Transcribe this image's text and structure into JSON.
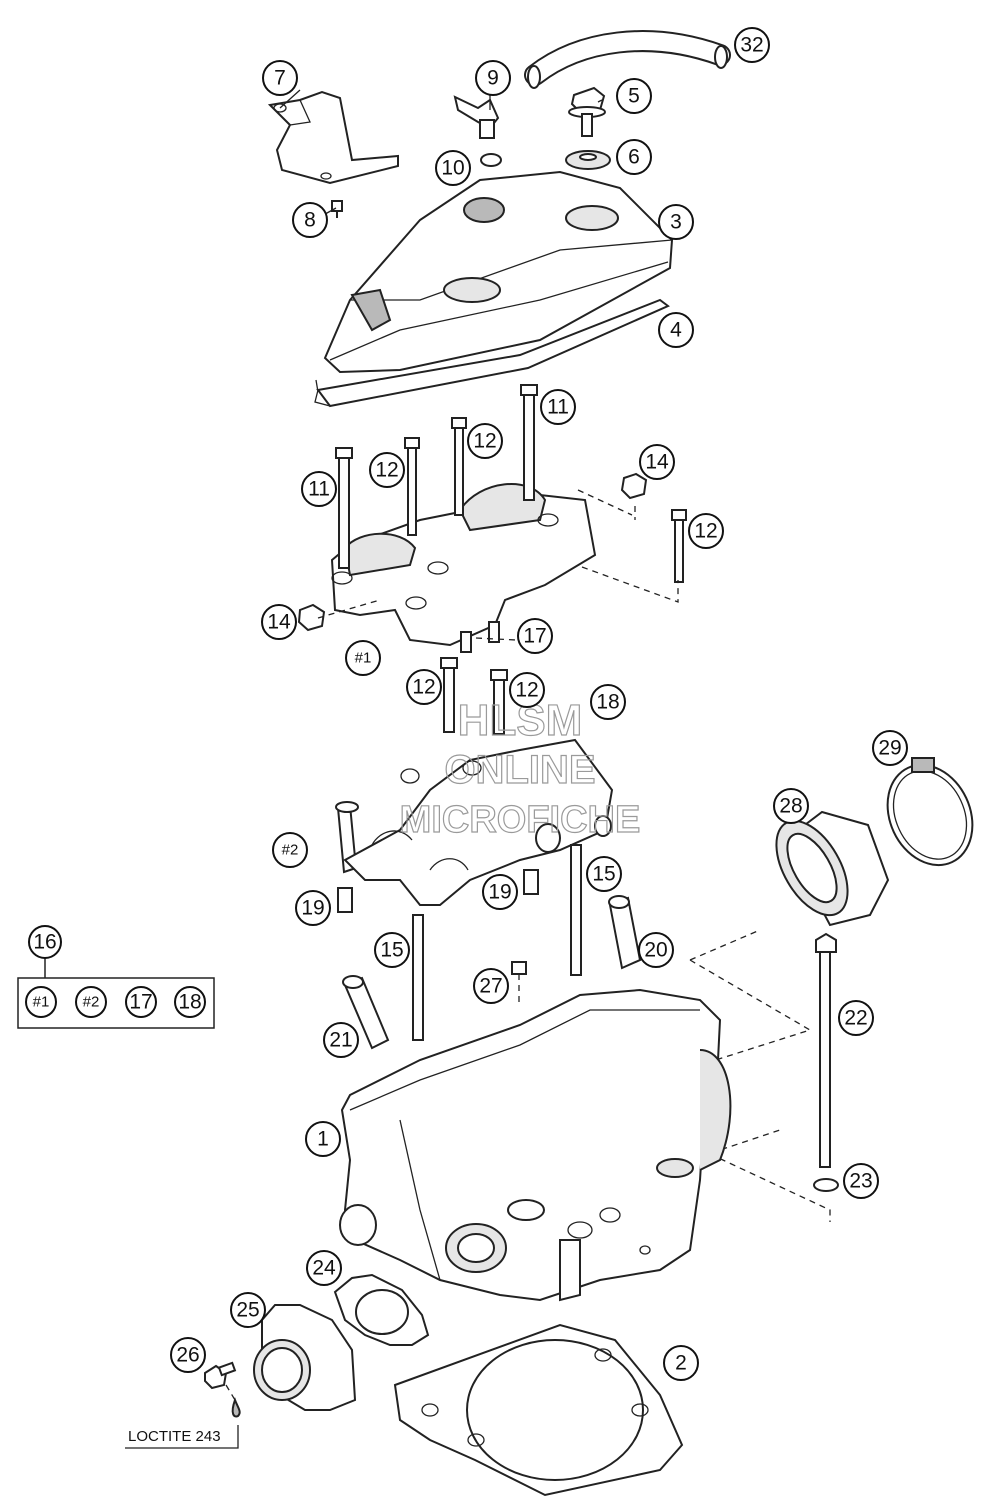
{
  "callouts": [
    {
      "id": "c32",
      "label": "32"
    },
    {
      "id": "c7",
      "label": "7"
    },
    {
      "id": "c9",
      "label": "9"
    },
    {
      "id": "c5",
      "label": "5"
    },
    {
      "id": "c10",
      "label": "10"
    },
    {
      "id": "c6",
      "label": "6"
    },
    {
      "id": "c8",
      "label": "8"
    },
    {
      "id": "c3",
      "label": "3"
    },
    {
      "id": "c4",
      "label": "4"
    },
    {
      "id": "c11a",
      "label": "11"
    },
    {
      "id": "c12a",
      "label": "12"
    },
    {
      "id": "c12b",
      "label": "12"
    },
    {
      "id": "c11b",
      "label": "11"
    },
    {
      "id": "c14a",
      "label": "14"
    },
    {
      "id": "c12c",
      "label": "12"
    },
    {
      "id": "c14b",
      "label": "14"
    },
    {
      "id": "c17",
      "label": "17"
    },
    {
      "id": "c1sub",
      "label": "#1"
    },
    {
      "id": "c12d",
      "label": "12"
    },
    {
      "id": "c12e",
      "label": "12"
    },
    {
      "id": "c18",
      "label": "18"
    },
    {
      "id": "c29",
      "label": "29"
    },
    {
      "id": "c28",
      "label": "28"
    },
    {
      "id": "c2sub",
      "label": "#2"
    },
    {
      "id": "c15a",
      "label": "15"
    },
    {
      "id": "c19a",
      "label": "19"
    },
    {
      "id": "c19b",
      "label": "19"
    },
    {
      "id": "c16",
      "label": "16"
    },
    {
      "id": "c20",
      "label": "20"
    },
    {
      "id": "c15b",
      "label": "15"
    },
    {
      "id": "c27",
      "label": "27"
    },
    {
      "id": "c22",
      "label": "22"
    },
    {
      "id": "c21",
      "label": "21"
    },
    {
      "id": "c1",
      "label": "1"
    },
    {
      "id": "c23",
      "label": "23"
    },
    {
      "id": "c24",
      "label": "24"
    },
    {
      "id": "c25",
      "label": "25"
    },
    {
      "id": "c2",
      "label": "2"
    },
    {
      "id": "c26",
      "label": "26"
    }
  ],
  "kit_box": {
    "items": [
      "#1",
      "#2",
      "17",
      "18"
    ]
  },
  "loctite_note": "LOCTITE 243",
  "watermark": {
    "line1": "HLSM",
    "line2": "ONLINE",
    "line3": "MICROFICHE"
  }
}
